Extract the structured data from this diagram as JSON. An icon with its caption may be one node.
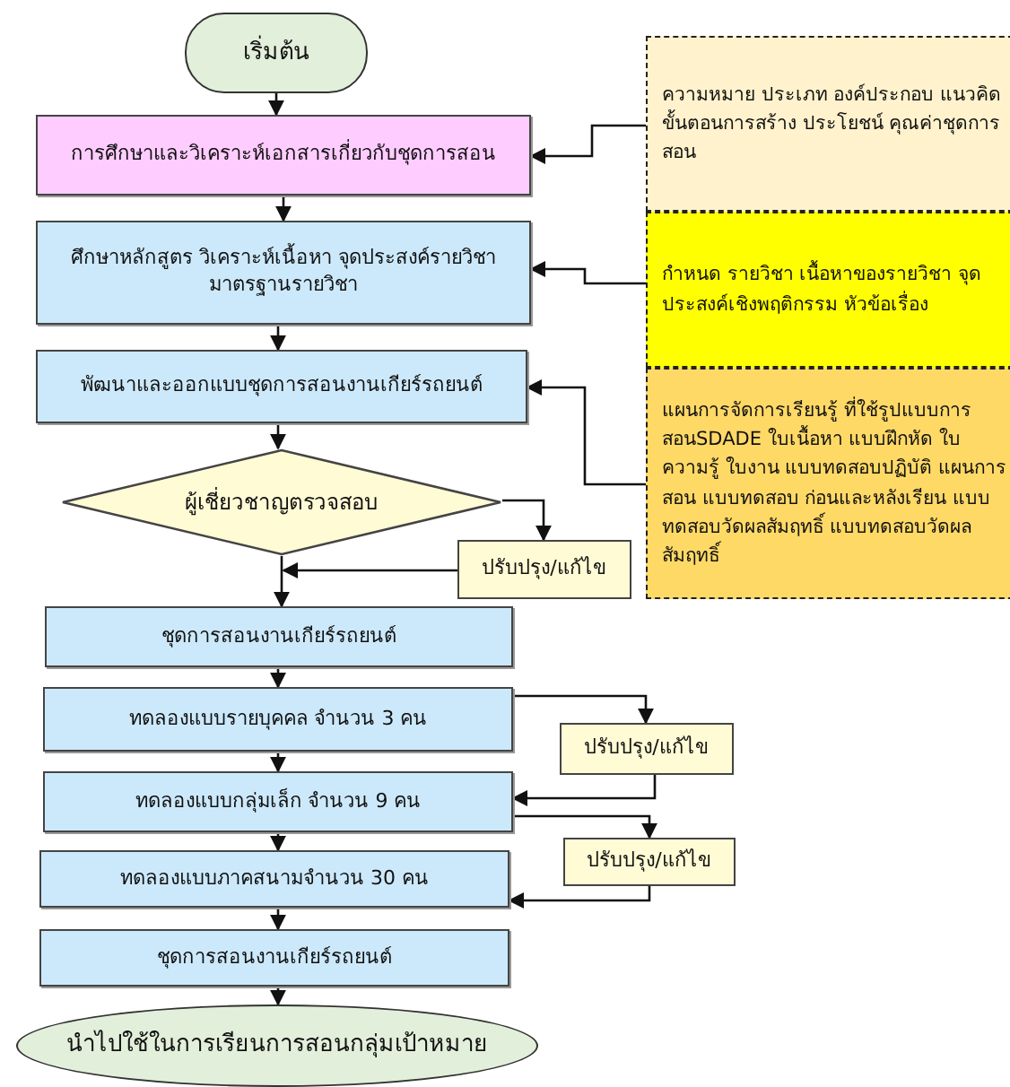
{
  "diagram": {
    "nodes": [
      {
        "text": [
          "เริ่มต้น"
        ]
      },
      {
        "text": [
          "การศึกษาและวิเคราะห์เอกสารเกี่ยวกับชุดการสอน"
        ]
      },
      {
        "text": [
          "ศึกษาหลักสูตร วิเคราะห์เนื้อหา จุดประสงค์รายวิชา มาตรฐานรายวิชา"
        ]
      },
      {
        "text": [
          "พัฒนาและออกแบบชุดการสอนงานเกียร์รถยนต์"
        ]
      },
      {
        "text": [
          "ผู้เชี่ยวชาญตรวจสอบ"
        ]
      },
      {
        "text": [
          "ปรับปรุง/แก้ไข"
        ]
      },
      {
        "text": [
          "ชุดการสอนงานเกียร์รถยนต์"
        ]
      },
      {
        "text": [
          "ทดลองแบบรายบุคคล จำนวน 3 คน"
        ]
      },
      {
        "text": [
          "ปรับปรุง/แก้ไข"
        ]
      },
      {
        "text": [
          "ทดลองแบบกลุ่มเล็ก จำนวน 9 คน"
        ]
      },
      {
        "text": [
          "ปรับปรุง/แก้ไข"
        ]
      },
      {
        "text": [
          "ทดลองแบบภาคสนามจำนวน 30 คน"
        ]
      },
      {
        "text": [
          "ชุดการสอนงานเกียร์รถยนต์"
        ]
      },
      {
        "text": [
          "นำไปใช้ในการเรียนการสอนกลุ่มเป้าหมาย"
        ]
      },
      {
        "text": [
          "ความหมาย ประเภท องค์ประกอบ แนวคิด ขั้นตอนการสร้าง ประโยชน์ คุณค่าชุดการสอน"
        ]
      },
      {
        "text": [
          "กำหนด รายวิชา เนื้อหาของรายวิชา จุดประสงค์เชิงพฤติกรรม หัวข้อเรื่อง"
        ]
      },
      {
        "text": [
          "แผนการจัดการเรียนรู้ ที่ใช้รูปแบบการสอนSDADE ใบเนื้อหา แบบฝึกหัด ใบความรู้ ใบงาน แบบทดสอบปฏิบัติ แผนการสอน แบบทดสอบ ก่อนและหลังเรียน แบบทดสอบวัดผลสัมฤทธิ์ แบบทดสอบวัดผลสัมฤทธิ์"
        ]
      }
    ],
    "edges": [
      {
        "from": 0,
        "to": 1,
        "arrow": "to"
      },
      {
        "from": 1,
        "to": 2,
        "arrow": "to"
      },
      {
        "from": 2,
        "to": 3,
        "arrow": "to"
      },
      {
        "from": 3,
        "to": 4,
        "arrow": "to"
      },
      {
        "from": 4,
        "to": 5,
        "arrow": "to"
      },
      {
        "from": 5,
        "to": 6,
        "arrow": "to"
      },
      {
        "from": 4,
        "to": 6,
        "arrow": "to"
      },
      {
        "from": 6,
        "to": 7,
        "arrow": "to"
      },
      {
        "from": 7,
        "to": 8,
        "arrow": "to"
      },
      {
        "from": 8,
        "to": 9,
        "arrow": "to"
      },
      {
        "from": 7,
        "to": 9,
        "arrow": "to"
      },
      {
        "from": 9,
        "to": 10,
        "arrow": "to"
      },
      {
        "from": 10,
        "to": 11,
        "arrow": "to"
      },
      {
        "from": 9,
        "to": 11,
        "arrow": "to"
      },
      {
        "from": 11,
        "to": 12,
        "arrow": "to"
      },
      {
        "from": 12,
        "to": 13,
        "arrow": "to"
      },
      {
        "from": 14,
        "to": 1,
        "arrow": "to"
      },
      {
        "from": 15,
        "to": 2,
        "arrow": "to"
      },
      {
        "from": 16,
        "to": 3,
        "arrow": "to"
      }
    ]
  }
}
